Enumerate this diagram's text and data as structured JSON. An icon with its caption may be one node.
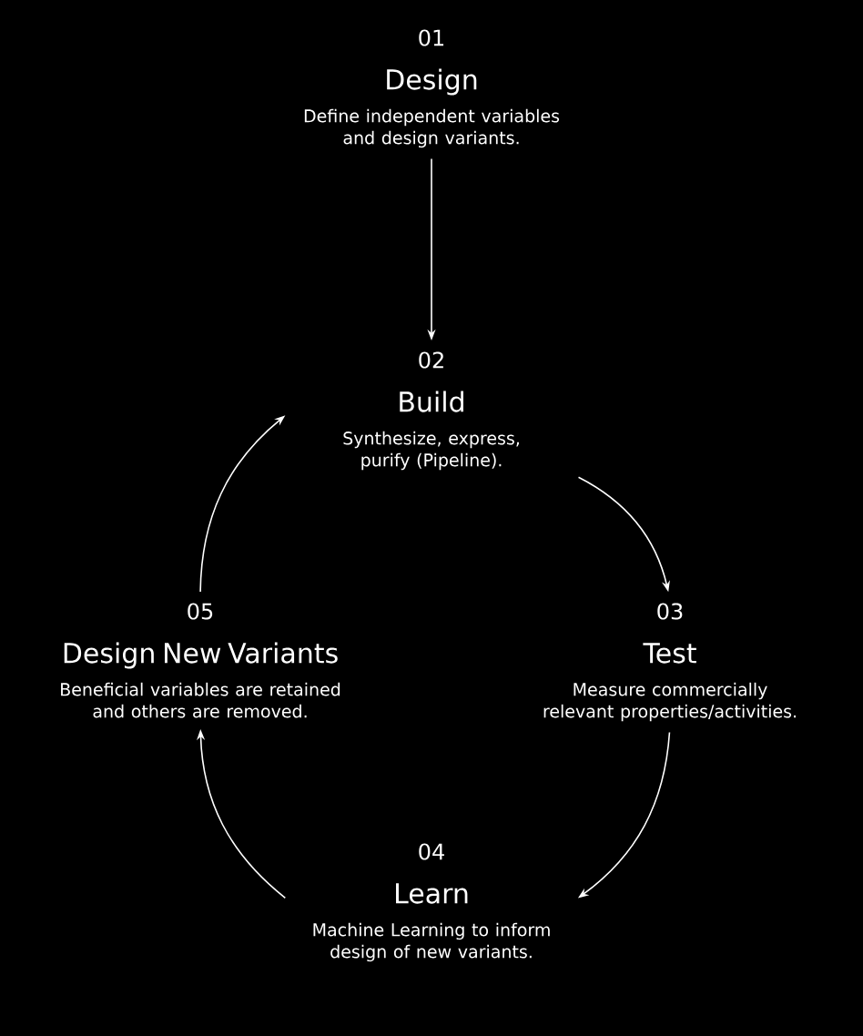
{
  "diagram": {
    "nodes": [
      {
        "text": [
          "01",
          "Design",
          "Define independent variables and design variants."
        ]
      },
      {
        "text": [
          "02",
          "Build",
          "Synthesize, express, purify (Pipeline)."
        ]
      },
      {
        "text": [
          "03",
          "Test",
          "Measure commercially relevant properties/activities."
        ]
      },
      {
        "text": [
          "04",
          "Learn",
          "Machine Learning to inform design of new variants."
        ]
      },
      {
        "text": [
          "05",
          "Design New Variants",
          "Beneficial variables are retained and others are removed."
        ]
      }
    ],
    "edges": [
      {
        "from": 0,
        "to": 1,
        "arrow": "to"
      },
      {
        "from": 1,
        "to": 2,
        "arrow": "to"
      },
      {
        "from": 2,
        "to": 3,
        "arrow": "to"
      },
      {
        "from": 3,
        "to": 4,
        "arrow": "to"
      },
      {
        "from": 4,
        "to": 1,
        "arrow": "to"
      }
    ]
  }
}
